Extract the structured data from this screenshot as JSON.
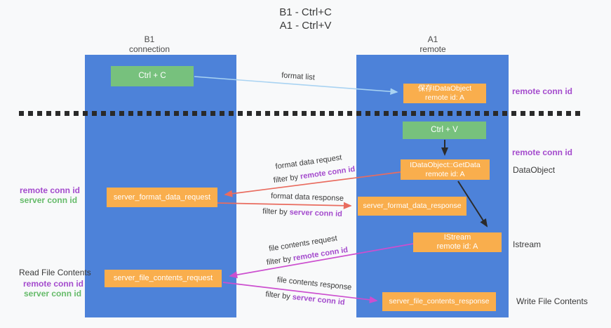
{
  "title": {
    "line1": "B1 - Ctrl+C",
    "line2": "A1 - Ctrl+V"
  },
  "columns": {
    "left": {
      "name": "B1",
      "subtitle": "connection"
    },
    "right": {
      "name": "A1",
      "subtitle": "remote"
    }
  },
  "boxes": {
    "ctrl_c": "Ctrl + C",
    "ctrl_v": "Ctrl + V",
    "save_idataobject": {
      "line1": "保存IDataObject",
      "line2": "remote id: A"
    },
    "getdata": {
      "line1": "IDataObject::GetData",
      "line2": "remote id: A"
    },
    "istream": {
      "line1": "IStream",
      "line2": "remote id: A"
    },
    "server_format_data_request": "server_format_data_request",
    "server_format_data_response": "server_format_data_response",
    "server_file_contents_request": "server_file_contents_request",
    "server_file_contents_response": "server_file_contents_response"
  },
  "arrow_labels": {
    "format_list": "format list",
    "format_data_request": "format data request",
    "format_data_response": "format data response",
    "file_contents_request": "file contents request",
    "file_contents_response": "file contents response",
    "filter_by": "filter by",
    "remote_conn_id": "remote conn id",
    "server_conn_id": "server conn id"
  },
  "side_labels": {
    "left_remote_conn_id": "remote conn id",
    "left_server_conn_id": "server conn id",
    "read_file_contents": "Read File Contents",
    "left_remote_conn_id_2": "remote conn id",
    "left_server_conn_id_2": "server conn id",
    "right_remote_conn_id_top": "remote conn id",
    "right_remote_conn_id_mid": "remote conn id",
    "dataobject": "DataObject",
    "istream": "Istream",
    "write_file_contents": "Write File Contents"
  },
  "colors": {
    "column_blue": "#4d82d9",
    "box_orange": "#f9ae4d",
    "box_green": "#77c17d",
    "arrow_blue": "#a9d3f2",
    "arrow_red": "#e96c5f",
    "arrow_magenta": "#cc4fcf",
    "arrow_black": "#2b2b2b",
    "label_purple": "#a44bcd",
    "label_green": "#66bb6a"
  }
}
